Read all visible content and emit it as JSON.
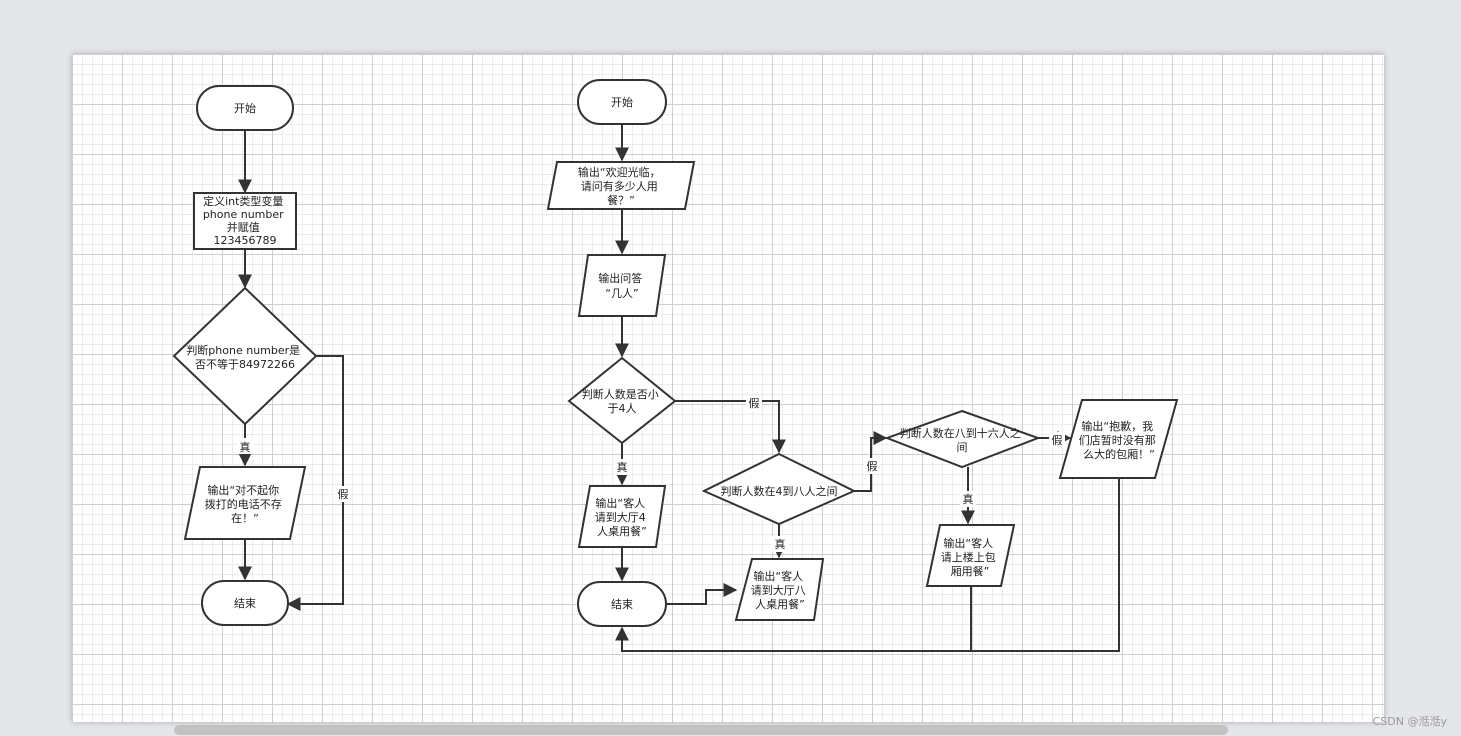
{
  "nodes": {
    "a_start": "开始",
    "a_define": [
      "定义int类型变量",
      "phone number",
      "并赋值",
      "123456789"
    ],
    "a_decision": [
      "判断phone number是",
      "否不等于84972266"
    ],
    "a_output": [
      "输出“对不起你",
      "拨打的电话不存",
      "在！”"
    ],
    "a_end": "结束",
    "b_start": "开始",
    "b_welcome": [
      "输出“欢迎光临，",
      "请问有多少人用",
      "餐？”"
    ],
    "b_ask": [
      "输出问答",
      "“几人”"
    ],
    "b_dec1": [
      "判断人数是否小",
      "于4人"
    ],
    "b_out_small": [
      "输出“客人",
      "请到大厅4",
      "人桌用餐”"
    ],
    "b_end": "结束",
    "b_dec2": [
      "判断人数在4到八人之间"
    ],
    "b_out_mid": [
      "输出“客人",
      "请到大厅八",
      "人桌用餐”"
    ],
    "b_dec3": [
      "判断人数在八到十六人之",
      "间"
    ],
    "b_out_room": [
      "输出“客人",
      "请上楼上包",
      "厢用餐”"
    ],
    "b_out_sorry": [
      "输出“抱歉，我",
      "们店暂时没有那",
      "么大的包厢！”"
    ]
  },
  "edge_labels": {
    "a_true": "真",
    "a_false": "假",
    "b1_true": "真",
    "b1_false": "假",
    "b2_true": "真",
    "b2_false": "假",
    "b3_true": "真",
    "b3_false": "假"
  },
  "watermark": "CSDN @湉湉y"
}
